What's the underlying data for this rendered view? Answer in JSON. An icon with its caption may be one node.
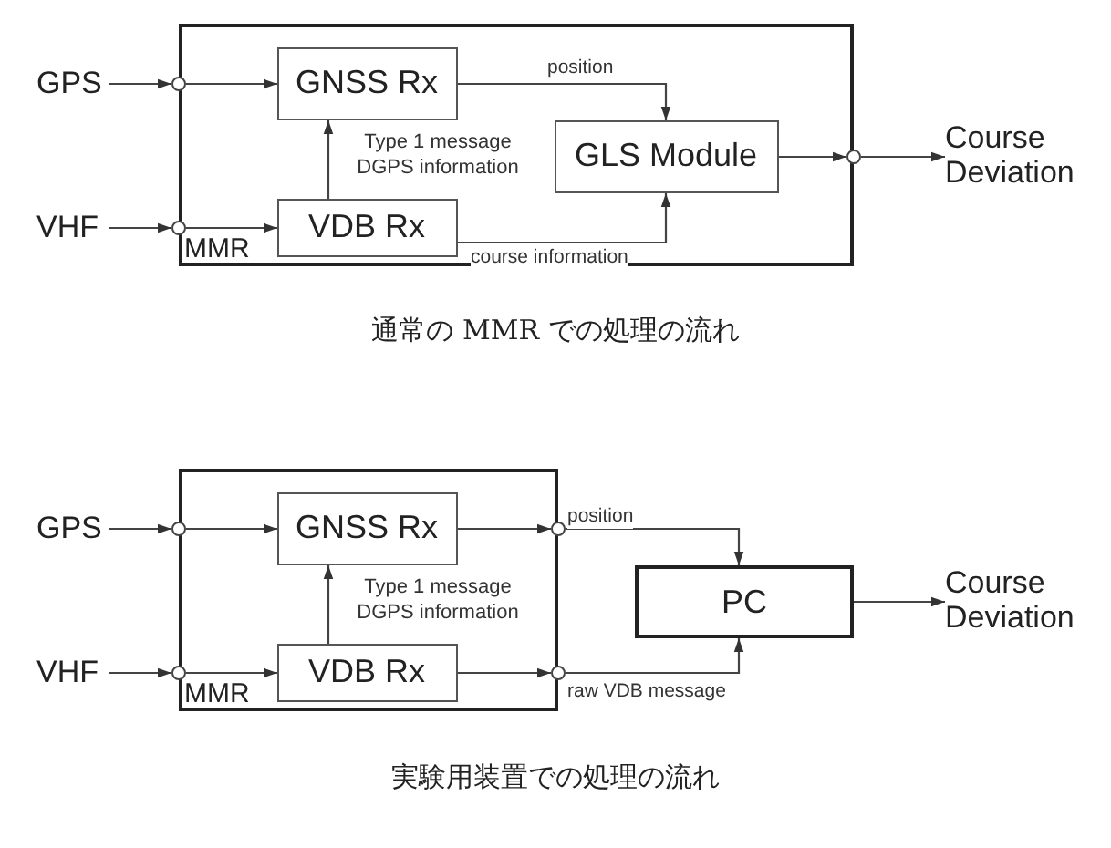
{
  "diagram": {
    "nodes": [
      {
        "text": [
          "MMR"
        ]
      },
      {
        "text": [
          "GPS"
        ]
      },
      {
        "text": [
          "VHF"
        ]
      },
      {
        "text": [],
        "shape": "circle"
      },
      {
        "text": [],
        "shape": "circle"
      },
      {
        "text": [
          "GNSS Rx"
        ],
        "in": 0
      },
      {
        "text": [
          "VDB Rx"
        ],
        "in": 0
      },
      {
        "text": [
          "GLS Module"
        ],
        "in": 0
      },
      {
        "text": [],
        "shape": "circle"
      },
      {
        "text": [
          "Course Deviation"
        ]
      },
      {
        "text": [
          "MMR"
        ]
      },
      {
        "text": [
          "GPS"
        ]
      },
      {
        "text": [
          "VHF"
        ]
      },
      {
        "text": [],
        "shape": "circle"
      },
      {
        "text": [],
        "shape": "circle"
      },
      {
        "text": [
          "GNSS Rx"
        ],
        "in": 10
      },
      {
        "text": [
          "VDB Rx"
        ],
        "in": 10
      },
      {
        "text": [],
        "shape": "circle"
      },
      {
        "text": [],
        "shape": "circle"
      },
      {
        "text": [
          "PC"
        ]
      },
      {
        "text": [
          "Course Deviation"
        ]
      }
    ],
    "edges": [
      {
        "from": 1,
        "to": 3,
        "arrow": "to"
      },
      {
        "from": 3,
        "to": 5,
        "arrow": "to"
      },
      {
        "from": 2,
        "to": 4,
        "arrow": "to"
      },
      {
        "from": 4,
        "to": 6,
        "arrow": "to"
      },
      {
        "from": 6,
        "to": 5,
        "arrow": "to",
        "label": "Type 1 message DGPS information"
      },
      {
        "from": 5,
        "to": 7,
        "arrow": "to",
        "label": "position"
      },
      {
        "from": 6,
        "to": 7,
        "arrow": "to",
        "label": "course information"
      },
      {
        "from": 7,
        "to": 8,
        "arrow": "to"
      },
      {
        "from": 8,
        "to": 9,
        "arrow": "to"
      },
      {
        "from": 11,
        "to": 13,
        "arrow": "to"
      },
      {
        "from": 13,
        "to": 15,
        "arrow": "to"
      },
      {
        "from": 12,
        "to": 14,
        "arrow": "to"
      },
      {
        "from": 14,
        "to": 16,
        "arrow": "to"
      },
      {
        "from": 16,
        "to": 15,
        "arrow": "to",
        "label": "Type 1 message DGPS information"
      },
      {
        "from": 15,
        "to": 17,
        "arrow": "to"
      },
      {
        "from": 16,
        "to": 18,
        "arrow": "to"
      },
      {
        "from": 17,
        "to": 19,
        "arrow": "to",
        "label": "position"
      },
      {
        "from": 18,
        "to": 19,
        "arrow": "to",
        "label": "raw VDB message"
      },
      {
        "from": 19,
        "to": 20,
        "arrow": "to"
      }
    ],
    "labels": [
      "通常の MMR での処理の流れ",
      "実験用装置での処理の流れ"
    ]
  }
}
